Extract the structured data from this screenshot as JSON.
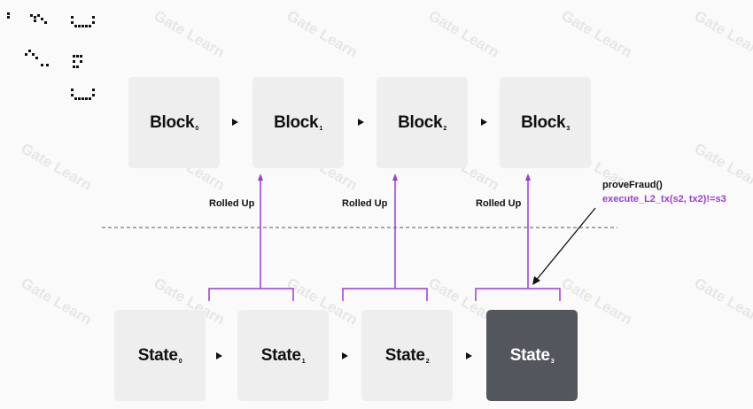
{
  "watermark": "Gate Learn",
  "blocks": [
    {
      "label": "Block",
      "sub": "0"
    },
    {
      "label": "Block",
      "sub": "1"
    },
    {
      "label": "Block",
      "sub": "2"
    },
    {
      "label": "Block",
      "sub": "3"
    }
  ],
  "states": [
    {
      "label": "State",
      "sub": "0"
    },
    {
      "label": "State",
      "sub": "1"
    },
    {
      "label": "State",
      "sub": "2"
    },
    {
      "label": "State",
      "sub": "3"
    }
  ],
  "rolled_up_label": "Rolled Up",
  "fraud": {
    "call": "proveFraud()",
    "condition": "execute_L2_tx(s2, tx2)!=s3"
  },
  "colors": {
    "accent_purple": "#9b3bd6",
    "box_fill": "#eeeeee",
    "highlight_state": "#53565d",
    "dashed_line": "#555555"
  }
}
